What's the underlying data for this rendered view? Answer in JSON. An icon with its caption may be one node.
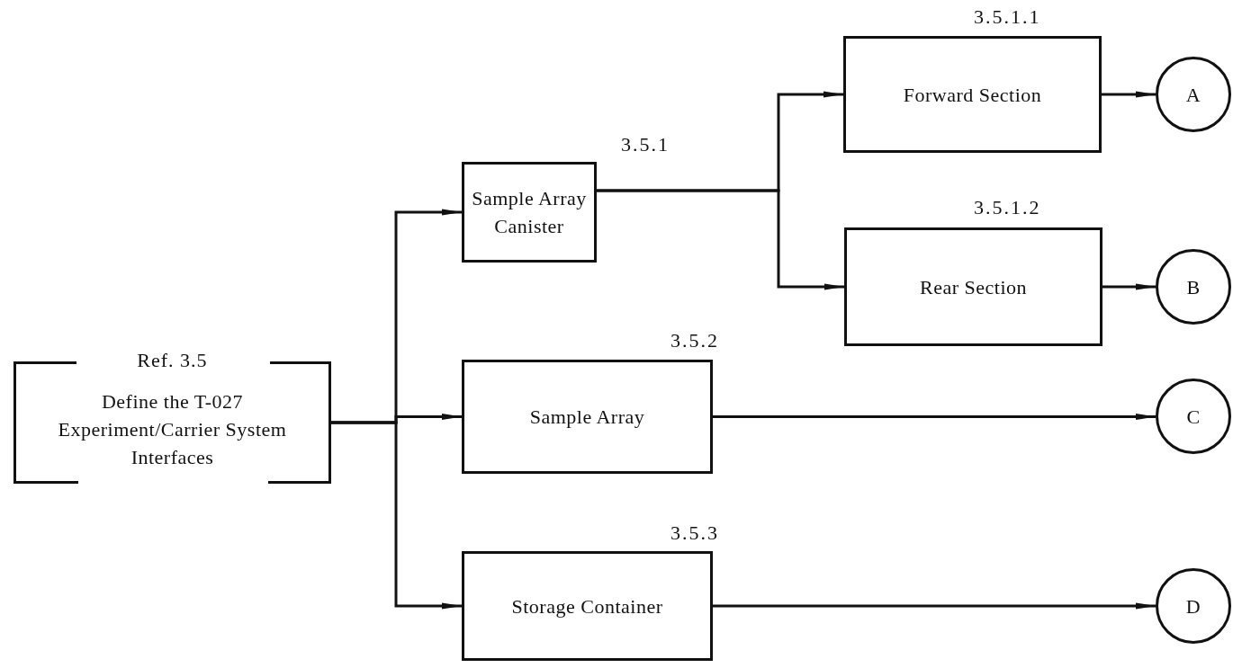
{
  "diagram": {
    "nodes": [
      {
        "text": [
          "Ref. 3.5",
          "Define the T-027 Experiment/Carrier System Interfaces"
        ]
      },
      {
        "text": [
          "Sample Array Canister"
        ],
        "beside": [
          "3.5.1"
        ]
      },
      {
        "text": [
          "Forward Section"
        ],
        "beside": [
          "3.5.1.1"
        ]
      },
      {
        "text": [
          "Rear Section"
        ],
        "beside": [
          "3.5.1.2"
        ]
      },
      {
        "text": [
          "Sample Array"
        ],
        "beside": [
          "3.5.2"
        ]
      },
      {
        "text": [
          "Storage Container"
        ],
        "beside": [
          "3.5.3"
        ]
      },
      {
        "text": [
          "A"
        ]
      },
      {
        "text": [
          "B"
        ]
      },
      {
        "text": [
          "C"
        ]
      },
      {
        "text": [
          "D"
        ]
      }
    ],
    "edges": [
      {
        "from": 0,
        "to": 1,
        "arrow": "to"
      },
      {
        "from": 0,
        "to": 4,
        "arrow": "to"
      },
      {
        "from": 0,
        "to": 5,
        "arrow": "to"
      },
      {
        "from": 1,
        "to": 2,
        "arrow": "to"
      },
      {
        "from": 1,
        "to": 3,
        "arrow": "to"
      },
      {
        "from": 2,
        "to": 6,
        "arrow": "to"
      },
      {
        "from": 3,
        "to": 7,
        "arrow": "to"
      },
      {
        "from": 4,
        "to": 8,
        "arrow": "to"
      },
      {
        "from": 5,
        "to": 9,
        "arrow": "to"
      }
    ]
  }
}
